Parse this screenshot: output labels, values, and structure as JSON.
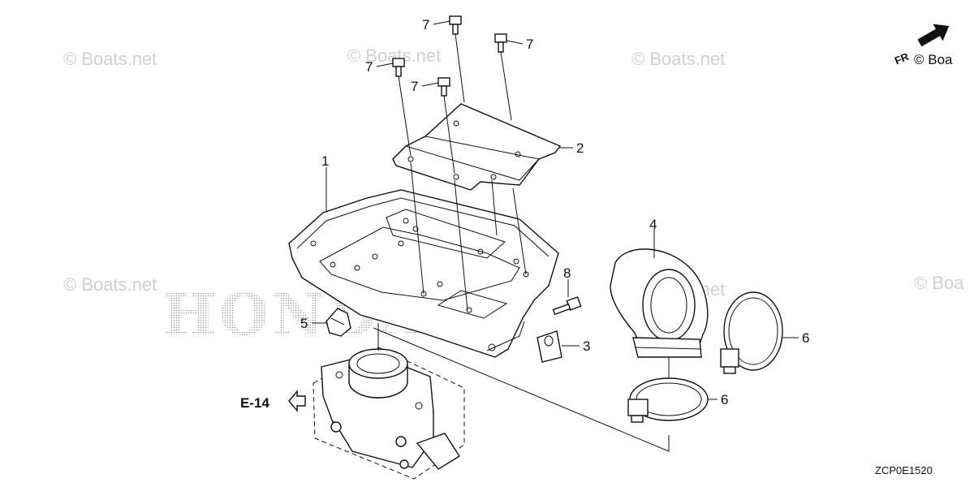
{
  "watermarks": {
    "boats_text": "© Boats.net",
    "boats_partial": "© Boa",
    "honda_text": "HONDA"
  },
  "direction_marker": {
    "label": "FR"
  },
  "reference": {
    "label": "E-14"
  },
  "diagram_code": "ZCP0E1520",
  "callouts": {
    "c1": "1",
    "c2": "2",
    "c3": "3",
    "c4": "4",
    "c5": "5",
    "c6a": "6",
    "c6b": "6",
    "c7a": "7",
    "c7b": "7",
    "c7c": "7",
    "c7d": "7",
    "c8": "8"
  }
}
